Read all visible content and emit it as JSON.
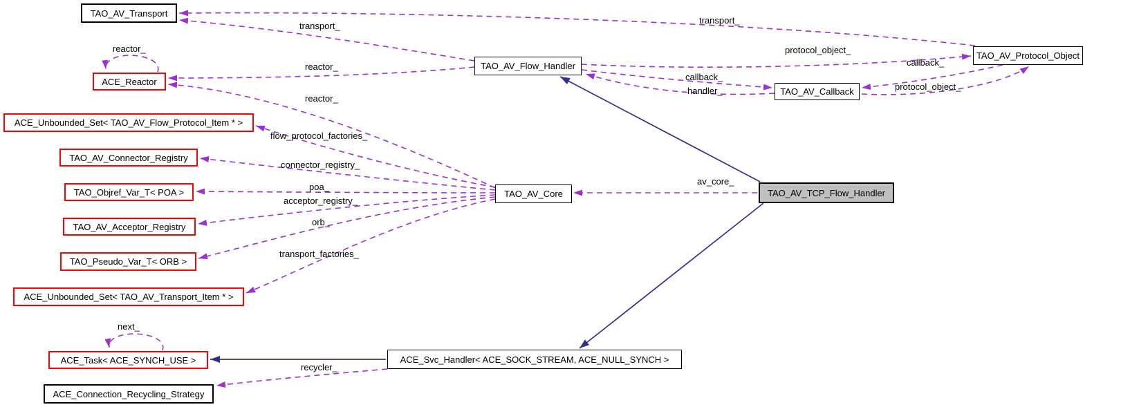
{
  "diagram": {
    "kind": "class-collaboration-graph",
    "main_class": "TAO_AV_TCP_Flow_Handler",
    "colors": {
      "association_edge": "#9a32cd",
      "inheritance_edge": "#30308c",
      "truncated_node_border": "#ff0000",
      "node_border": "#000000",
      "main_node_fill": "#bfbfbf",
      "background": "#ffffff"
    },
    "nodes": [
      {
        "id": "transport",
        "label": "TAO_AV_Transport"
      },
      {
        "id": "reactor",
        "label": "ACE_Reactor"
      },
      {
        "id": "flow_protocol_set",
        "label": "ACE_Unbounded_Set< TAO_AV_Flow_Protocol_Item * >"
      },
      {
        "id": "connector_registry",
        "label": "TAO_AV_Connector_Registry"
      },
      {
        "id": "objref_var_poa",
        "label": "TAO_Objref_Var_T< POA >"
      },
      {
        "id": "acceptor_registry",
        "label": "TAO_AV_Acceptor_Registry"
      },
      {
        "id": "pseudo_var_orb",
        "label": "TAO_Pseudo_Var_T< ORB >"
      },
      {
        "id": "transport_set",
        "label": "ACE_Unbounded_Set< TAO_AV_Transport_Item * >"
      },
      {
        "id": "flow_handler",
        "label": "TAO_AV_Flow_Handler"
      },
      {
        "id": "av_core",
        "label": "TAO_AV_Core"
      },
      {
        "id": "tcp_flow_handler",
        "label": "TAO_AV_TCP_Flow_Handler"
      },
      {
        "id": "callback",
        "label": "TAO_AV_Callback"
      },
      {
        "id": "protocol_object",
        "label": "TAO_AV_Protocol_Object"
      },
      {
        "id": "ace_task",
        "label": "ACE_Task< ACE_SYNCH_USE >"
      },
      {
        "id": "svc_handler",
        "label": "ACE_Svc_Handler< ACE_SOCK_STREAM, ACE_NULL_SYNCH >"
      },
      {
        "id": "recycling",
        "label": "ACE_Connection_Recycling_Strategy"
      }
    ],
    "edges": [
      {
        "from": "flow_handler",
        "to": "transport",
        "label": "transport_",
        "kind": "association"
      },
      {
        "from": "protocol_object",
        "to": "transport",
        "label": "transport_",
        "kind": "association"
      },
      {
        "from": "reactor",
        "to": "reactor",
        "label": "reactor_",
        "kind": "association"
      },
      {
        "from": "flow_handler",
        "to": "reactor",
        "label": "reactor_",
        "kind": "association"
      },
      {
        "from": "av_core",
        "to": "reactor",
        "label": "reactor_",
        "kind": "association"
      },
      {
        "from": "av_core",
        "to": "flow_protocol_set",
        "label": "flow_protocol_factories_",
        "kind": "association"
      },
      {
        "from": "av_core",
        "to": "connector_registry",
        "label": "connector_registry_",
        "kind": "association"
      },
      {
        "from": "av_core",
        "to": "objref_var_poa",
        "label": "poa_",
        "kind": "association"
      },
      {
        "from": "av_core",
        "to": "acceptor_registry",
        "label": "acceptor_registry_",
        "kind": "association"
      },
      {
        "from": "av_core",
        "to": "pseudo_var_orb",
        "label": "orb_",
        "kind": "association"
      },
      {
        "from": "av_core",
        "to": "transport_set",
        "label": "transport_factories_",
        "kind": "association"
      },
      {
        "from": "tcp_flow_handler",
        "to": "av_core",
        "label": "av_core_",
        "kind": "association"
      },
      {
        "from": "flow_handler",
        "to": "protocol_object",
        "label": "protocol_object_",
        "kind": "association"
      },
      {
        "from": "protocol_object",
        "to": "callback",
        "label": "callback_",
        "kind": "association"
      },
      {
        "from": "callback",
        "to": "protocol_object",
        "label": "protocol_object_",
        "kind": "association"
      },
      {
        "from": "flow_handler",
        "to": "callback",
        "label": "callback_",
        "kind": "association"
      },
      {
        "from": "callback",
        "to": "flow_handler",
        "label": "handler_",
        "kind": "association"
      },
      {
        "from": "ace_task",
        "to": "ace_task",
        "label": "next_",
        "kind": "association"
      },
      {
        "from": "svc_handler",
        "to": "recycling",
        "label": "recycler_",
        "kind": "association"
      },
      {
        "from": "tcp_flow_handler",
        "to": "flow_handler",
        "label": "",
        "kind": "inheritance"
      },
      {
        "from": "tcp_flow_handler",
        "to": "svc_handler",
        "label": "",
        "kind": "inheritance"
      },
      {
        "from": "svc_handler",
        "to": "ace_task",
        "label": "",
        "kind": "inheritance"
      }
    ]
  }
}
